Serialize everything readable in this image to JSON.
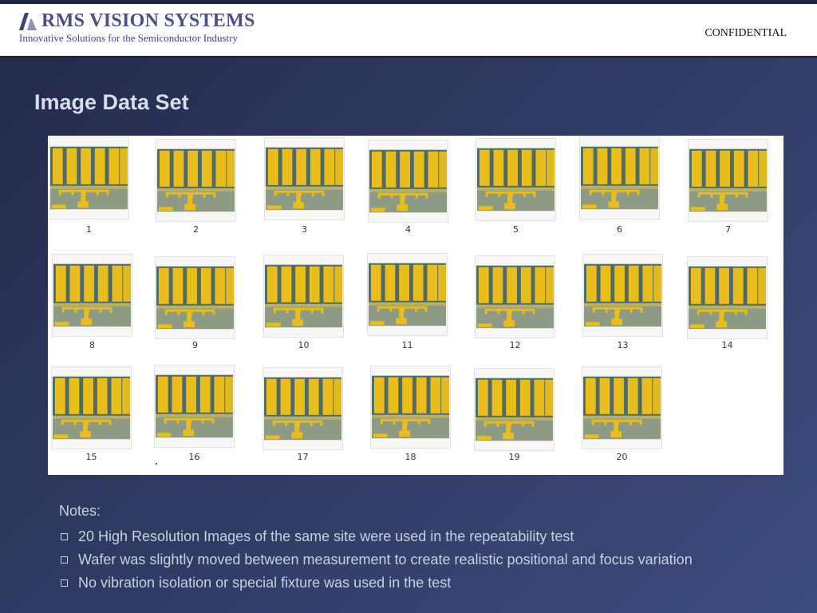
{
  "header": {
    "brand": "RMS VISION SYSTEMS",
    "tagline": "Innovative Solutions for the Semiconductor Industry",
    "confidential": "CONFIDENTIAL"
  },
  "title": "Image Data Set",
  "images": [
    {
      "label": "1"
    },
    {
      "label": "2"
    },
    {
      "label": "3"
    },
    {
      "label": "4"
    },
    {
      "label": "5"
    },
    {
      "label": "6"
    },
    {
      "label": "7"
    },
    {
      "label": "8"
    },
    {
      "label": "9"
    },
    {
      "label": "10"
    },
    {
      "label": "11"
    },
    {
      "label": "12"
    },
    {
      "label": "13"
    },
    {
      "label": "14"
    },
    {
      "label": "15"
    },
    {
      "label": "16"
    },
    {
      "label": "17"
    },
    {
      "label": "18"
    },
    {
      "label": "19"
    },
    {
      "label": "20"
    }
  ],
  "notes": {
    "title": "Notes:",
    "items": [
      "20 High Resolution Images of the same site were used in the repeatability test",
      "Wafer was slightly moved between measurement to create realistic positional and focus variation",
      "No vibration isolation or special fixture was used in the test"
    ]
  },
  "colors": {
    "gold": "#e9be1c",
    "substrate": "#8d9a84",
    "trench": "#4f6b68",
    "brand": "#4a4f86"
  }
}
